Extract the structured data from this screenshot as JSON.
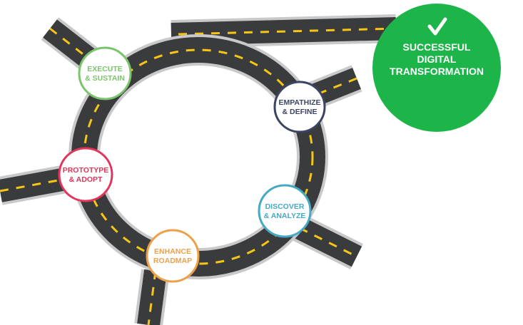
{
  "stages": [
    {
      "id": "execute",
      "line1": "EXECUTE",
      "line2": "& SUSTAIN",
      "color": "#7ac56b"
    },
    {
      "id": "empathize",
      "line1": "EMPATHIZE",
      "line2": "& DEFINE",
      "color": "#3b4563"
    },
    {
      "id": "discover",
      "line1": "DISCOVER",
      "line2": "& ANALYZE",
      "color": "#44a9c3"
    },
    {
      "id": "enhance",
      "line1": "ENHANCE",
      "line2": "ROADMAP",
      "color": "#eda04a"
    },
    {
      "id": "prototype",
      "line1": "PROTOTYPE",
      "line2": "& ADOPT",
      "color": "#e3345a"
    }
  ],
  "goal": {
    "line1": "SUCCESSFUL",
    "line2": "DIGITAL",
    "line3": "TRANSFORMATION",
    "color": "#1db54a",
    "check_icon": "checkmark-icon"
  },
  "colors": {
    "asphalt": "#3a3b3d",
    "lane_marking": "#f5c518",
    "road_edge": "#c9c9c9"
  }
}
